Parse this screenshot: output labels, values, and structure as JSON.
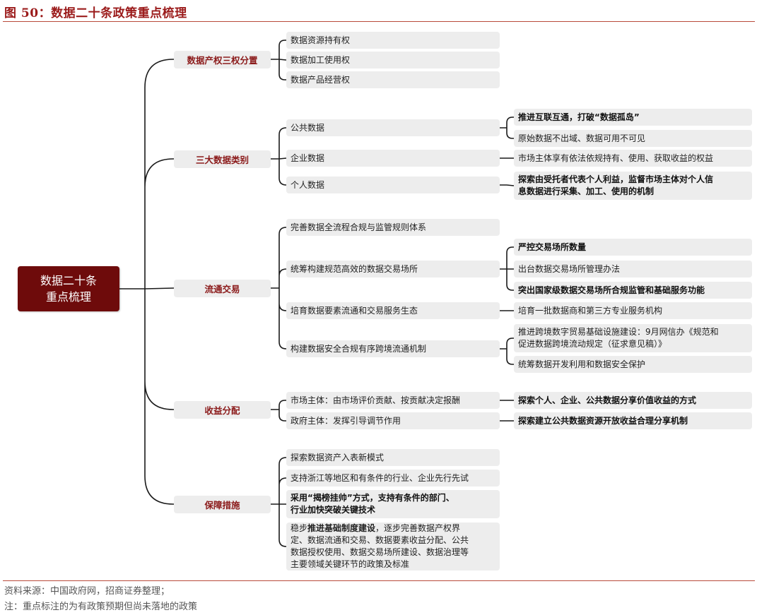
{
  "figure_title": "图 50：数据二十条政策重点梳理",
  "root": "数据二十条\n重点梳理",
  "categories": [
    "数据产权三权分置",
    "三大数据类别",
    "流通交易",
    "收益分配",
    "保障措施"
  ],
  "level1": [
    "数据资源持有权",
    "数据加工使用权",
    "数据产品经营权",
    "公共数据",
    "企业数据",
    "个人数据",
    "完善数据全流程合规与监管规则体系",
    "统筹构建规范高效的数据交易场所",
    "培育数据要素流通和交易服务生态",
    "构建数据安全合规有序跨境流通机制",
    "市场主体：由市场评价贡献、按贡献决定报酬",
    "政府主体：发挥引导调节作用",
    "探索数据资产入表新模式",
    "支持浙江等地区和有条件的行业、企业先行先试",
    "采用“揭榜挂帅”方式，支持有条件的部门、\n行业加快突破关键技术",
    "稳步推进基础制度建设，逐步完善数据产权界\n定、数据流通和交易、数据要素收益分配、公共\n数据授权使用、数据交易场所建设、数据治理等\n主要领域关键环节的政策及标准"
  ],
  "level2": [
    "推进互联互通，打破“数据孤岛”",
    "原始数据不出域、数据可用不可见",
    "市场主体享有依法依规持有、使用、获取收益的权益",
    "探索由受托者代表个人利益，监督市场主体对个人信\n息数据进行采集、加工、使用的机制",
    "严控交易场所数量",
    "出台数据交易场所管理办法",
    "突出国家级数据交易场所合规监管和基础服务功能",
    "培育一批数据商和第三方专业服务机构",
    "推进跨境数字贸易基础设施建设：9月网信办《规范和\n促进数据跨境流动规定（征求意见稿）》",
    "统筹数据开发利用和数据安全保护",
    "探索个人、企业、公共数据分享价值收益的方式",
    "探索建立公共数据资源开放收益合理分享机制"
  ],
  "source_note": "资料来源：中国政府网，招商证券整理；",
  "footnote": "注：重点标注的为有政策预期但尚未落地的政策",
  "colors": {
    "title": "#9b1b1b",
    "root_fill": "#6e0b0b",
    "category_text": "#8b1a1a",
    "box_fill": "#ededed",
    "line": "#1a1a1a"
  }
}
